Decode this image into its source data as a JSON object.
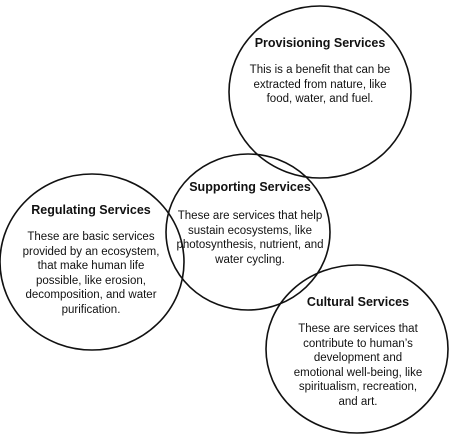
{
  "diagram": {
    "nodes": [
      {
        "id": "provisioning",
        "title": "Provisioning Services",
        "description": "This is a benefit that can be extracted from nature, like food, water, and fuel."
      },
      {
        "id": "supporting",
        "title": "Supporting Services",
        "description": "These are services that help sustain ecosystems, like photosynthesis, nutrient, and water cycling."
      },
      {
        "id": "regulating",
        "title": "Regulating Services",
        "description": "These are basic services provided by an ecosystem, that make human life possible, like erosion, decomposition, and water purification."
      },
      {
        "id": "cultural",
        "title": "Cultural Services",
        "description": "These are services that contribute to human’s development and emotional well-being, like spiritualism, recreation, and art."
      }
    ],
    "stroke_color": "#111111",
    "background_color": "#ffffff"
  }
}
